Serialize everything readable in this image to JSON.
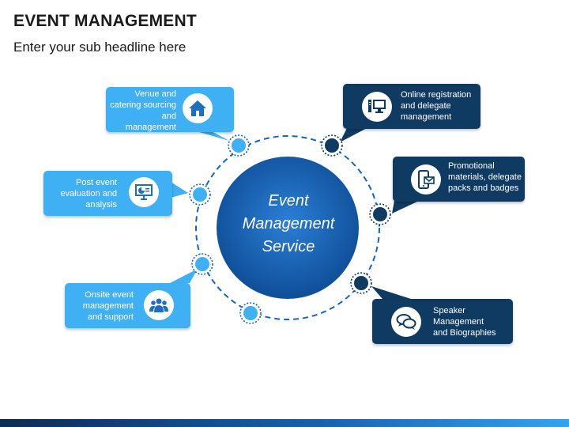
{
  "slide": {
    "title": "EVENT MANAGEMENT",
    "subtitle": "Enter your sub headline here"
  },
  "center": {
    "lines": [
      "Event",
      "Management",
      "Service"
    ]
  },
  "colors": {
    "light_blue": "#3fb0f4",
    "dark_blue": "#0f3b63",
    "center_fill": "#1565c0"
  },
  "items": [
    {
      "id": "venue",
      "lines": [
        "Venue and",
        "catering sourcing",
        "and",
        "management"
      ],
      "icon": "home-icon",
      "style": "light"
    },
    {
      "id": "post-event",
      "lines": [
        "Post event",
        "evaluation and",
        "analysis"
      ],
      "icon": "presentation-chart-icon",
      "style": "light"
    },
    {
      "id": "onsite",
      "lines": [
        "Onsite event",
        "management",
        "and support"
      ],
      "icon": "people-group-icon",
      "style": "light"
    },
    {
      "id": "online-registration",
      "lines": [
        "Online registration",
        "and delegate",
        "management"
      ],
      "icon": "computer-icon",
      "style": "dark"
    },
    {
      "id": "promotional",
      "lines": [
        "Promotional",
        "materials, delegate",
        "packs and badges"
      ],
      "icon": "mobile-mail-icon",
      "style": "dark"
    },
    {
      "id": "speaker",
      "lines": [
        "Speaker",
        "Management",
        "and Biographies"
      ],
      "icon": "speech-bubbles-icon",
      "style": "dark"
    }
  ]
}
